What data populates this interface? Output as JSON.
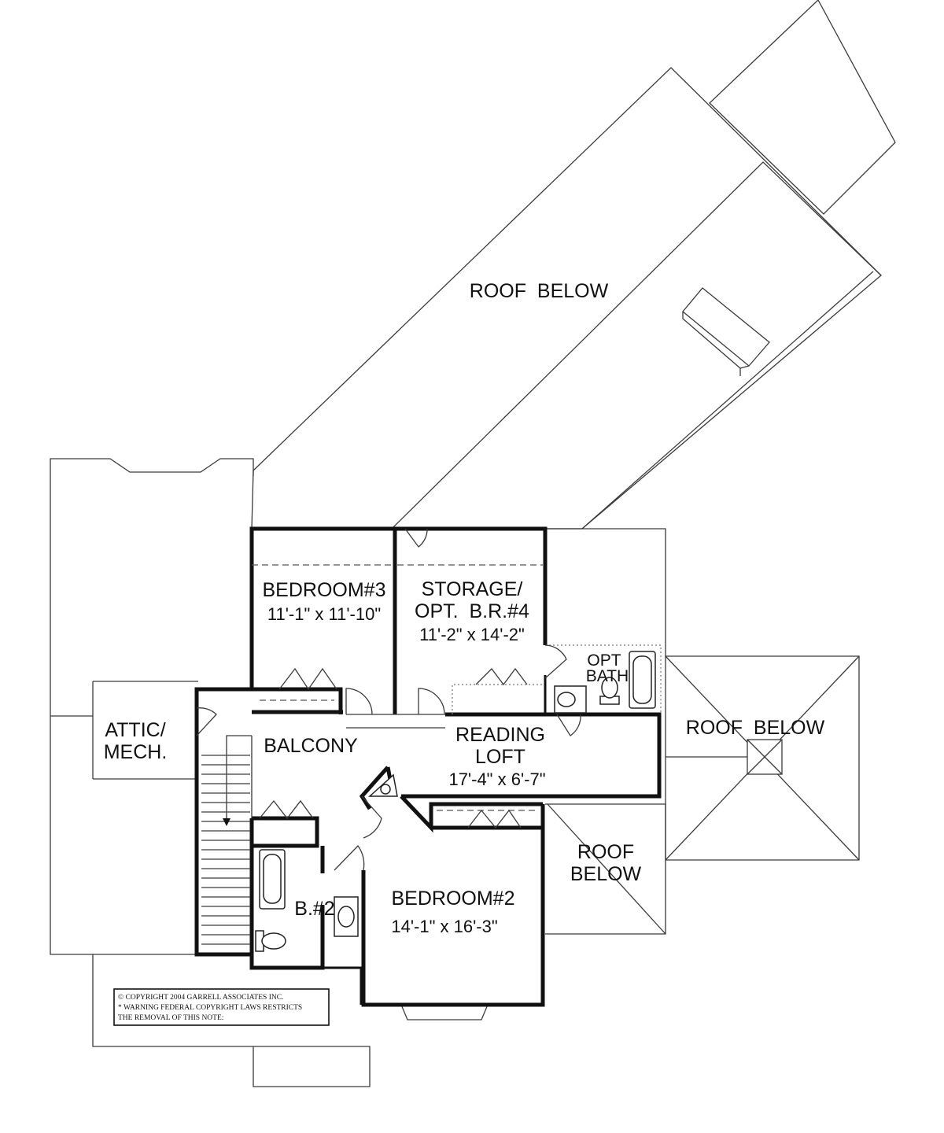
{
  "rooms": {
    "roof_below_top": "ROOF  BELOW",
    "roof_below_right": "ROOF  BELOW",
    "roof_below_mid_1": "ROOF",
    "roof_below_mid_2": "BELOW",
    "bedroom3_name": "BEDROOM#3",
    "bedroom3_dims": "11'-1\" x 11'-10\"",
    "storage_name_1": "STORAGE/",
    "storage_name_2": "OPT.  B.R.#4",
    "storage_dims": "11'-2\" x 14'-2\"",
    "opt_bath_1": "OPT",
    "opt_bath_2": "BATH",
    "attic_1": "ATTIC/",
    "attic_2": "MECH.",
    "balcony": "BALCONY",
    "reading_loft_1": "READING",
    "reading_loft_2": "LOFT",
    "reading_loft_dims": "17'-4\" x 6'-7\"",
    "bath2": "B.#2",
    "bedroom2_name": "BEDROOM#2",
    "bedroom2_dims": "14'-1\" x 16'-3\""
  },
  "copyright": {
    "line1": "© COPYRIGHT 2004 GARRELL ASSOCIATES INC.",
    "line2": "* WARNING FEDERAL COPYRIGHT LAWS RESTRICTS",
    "line3": "THE REMOVAL OF THIS NOTE:"
  }
}
